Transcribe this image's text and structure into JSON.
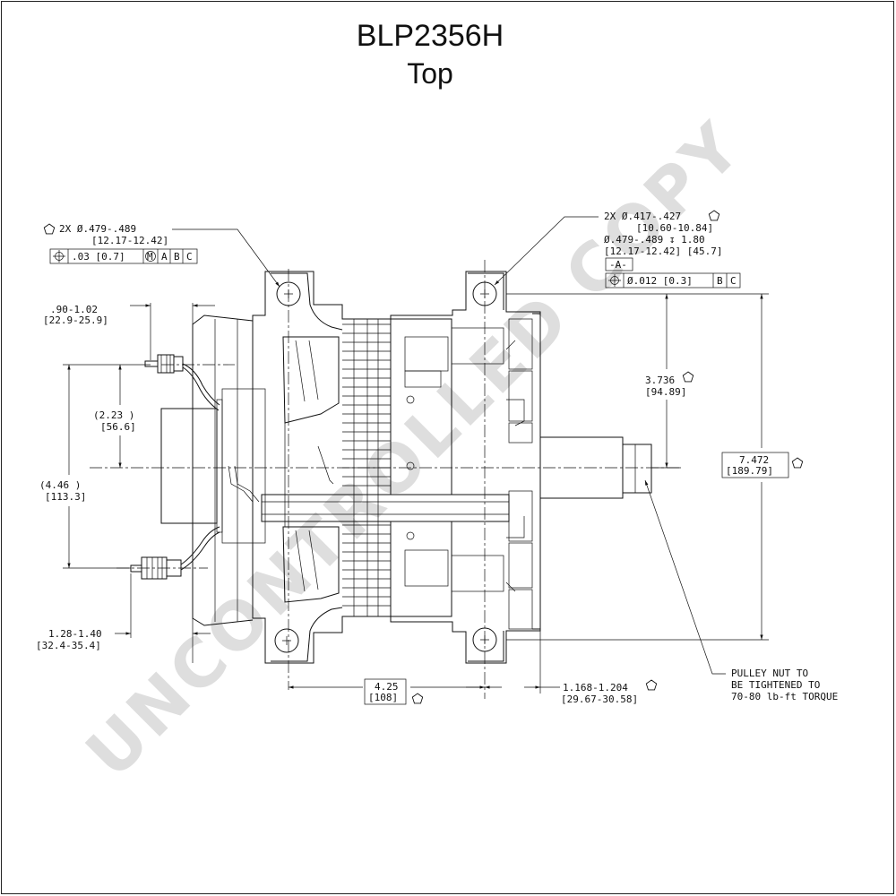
{
  "title": "BLP2356H",
  "subtitle": "Top",
  "watermark": "UNCONTROLLED COPY",
  "callouts": {
    "left_hole_line1": "2X Ø.479-.489",
    "left_hole_line2": "[12.17-12.42]",
    "left_fcf": [
      ".03 [0.7]",
      "M",
      "A",
      "B",
      "C"
    ],
    "right_hole_line1": "2X Ø.417-.427",
    "right_hole_line2": "[10.60-10.84]",
    "right_hole_line3": "Ø.479-.489 ↧ 1.80",
    "right_hole_line4": "[12.17-12.42]   [45.7]",
    "datum": "-A-",
    "right_fcf": [
      "Ø.012 [0.3]",
      "B",
      "C"
    ]
  },
  "dimensions": {
    "d_090": ".90-1.02",
    "d_090_mm": "[22.9-25.9]",
    "d_223": "(2.23  )",
    "d_223_mm": "[56.6]",
    "d_446": "(4.46   )",
    "d_446_mm": "[113.3]",
    "d_128": "1.28-1.40",
    "d_128_mm": "[32.4-35.4]",
    "d_425": "4.25",
    "d_425_mm": "[108]",
    "d_1168": "1.168-1.204",
    "d_1168_mm": "[29.67-30.58]",
    "d_3736": "3.736",
    "d_3736_mm": "[94.89]",
    "d_7472": "7.472",
    "d_7472_mm": "[189.79]"
  },
  "note": {
    "line1": "PULLEY NUT TO",
    "line2": "BE TIGHTENED TO",
    "line3": "70-80 lb-ft TORQUE"
  }
}
